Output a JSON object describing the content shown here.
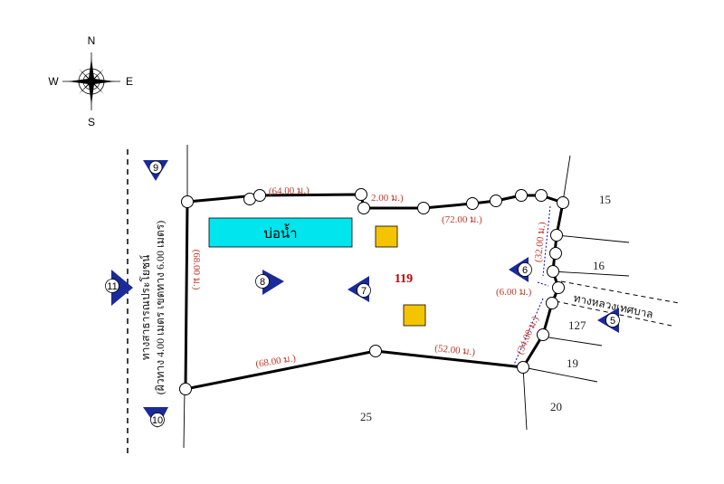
{
  "compass": {
    "north": "N",
    "south": "S",
    "east": "E",
    "west": "W"
  },
  "parcel": {
    "number": "119",
    "pond_label": "บ่อน้ำ",
    "dimensions": {
      "top_left": "(64.00 ม.)",
      "top_mid": "2.00 ม.)",
      "top_right": "(72.00 ม.)",
      "left": "(68.00 ม.)",
      "bottom_left": "(68.00 ม.)",
      "bottom_right": "(52.00 ม.)",
      "right_upper": "(32.00 ม.)",
      "right_mid": "(6.00 ม.)",
      "right_lower": "(34.00 ม.)"
    }
  },
  "adjacent_lots": [
    "15",
    "16",
    "127",
    "19",
    "20",
    "25"
  ],
  "roads": {
    "west_road_line1": "ทางสาธารณประโยชน์",
    "west_road_line2": "(ผิวทาง 4.00 เมตร เขตทาง 6.00 เมตร)",
    "east_road": "ทางหลวงเทศบาล"
  },
  "view_markers": [
    "5",
    "6",
    "7",
    "8",
    "9",
    "10",
    "11"
  ],
  "colors": {
    "boundary": "#000000",
    "pond": "#00e5ee",
    "building": "#f5c400",
    "marker": "#1a2a9a",
    "dimension_text": "#c0392b",
    "dimension_arrow": "#0000cc"
  }
}
